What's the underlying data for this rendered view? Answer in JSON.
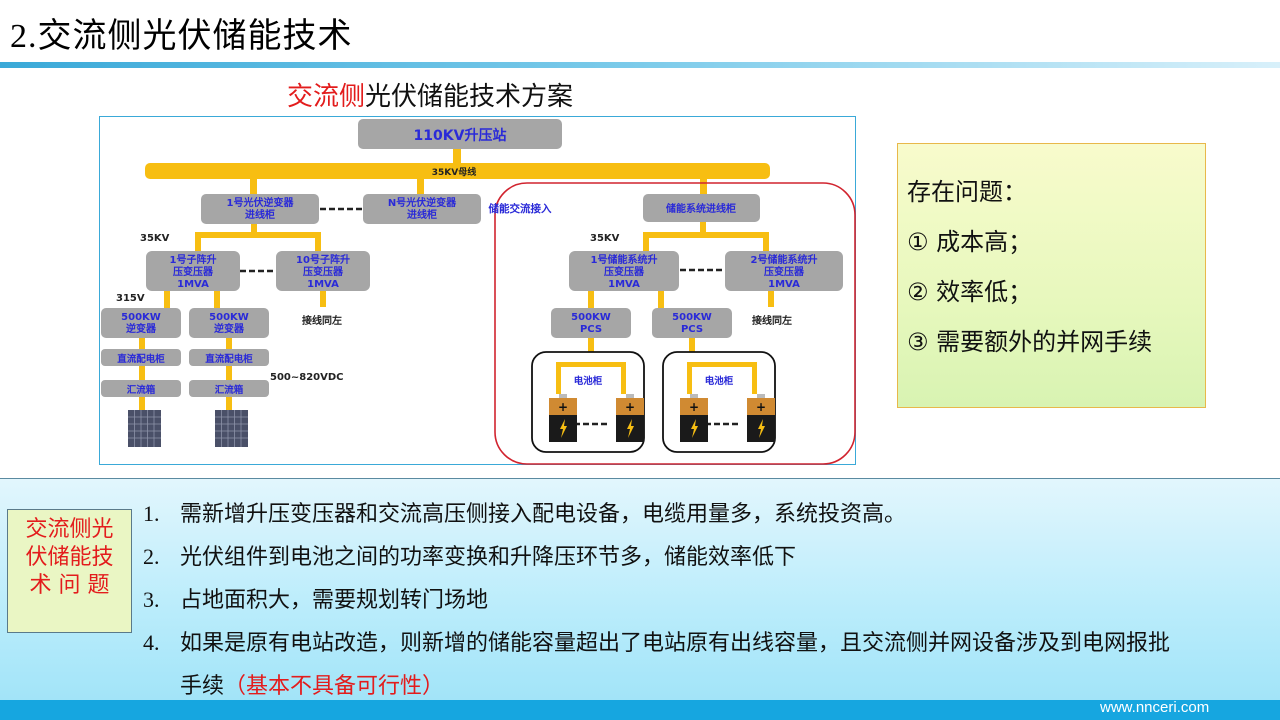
{
  "header": {
    "title_number": "2.",
    "title_text": "交流侧光伏储能技术"
  },
  "subtitle": {
    "highlight": "交流侧",
    "rest": "光伏储能技术方案"
  },
  "diagram": {
    "substation": "110KV升压站",
    "busbar": "35KV母线",
    "pv_cabinet_1": [
      "1号光伏逆变器",
      "进线柜"
    ],
    "pv_cabinet_n": [
      "N号光伏逆变器",
      "进线柜"
    ],
    "pv_voltage": "35KV",
    "pv_trans_1": [
      "1号子阵升",
      "压变压器",
      "1MVA"
    ],
    "pv_trans_10": [
      "10号子阵升",
      "压变压器",
      "1MVA"
    ],
    "low_voltage": "315V",
    "inverter": [
      "500KW",
      "逆变器"
    ],
    "dc_cabinet": "直流配电柜",
    "combiner": "汇流箱",
    "dc_range": "500~820VDC",
    "same_wiring": "接线同左",
    "storage_group_label": "储能交流接入",
    "storage_cabinet": "储能系统进线柜",
    "storage_voltage": "35KV",
    "storage_trans_1": [
      "1号储能系统升",
      "压变压器",
      "1MVA"
    ],
    "storage_trans_2": [
      "2号储能系统升",
      "压变压器",
      "1MVA"
    ],
    "pcs": [
      "500KW",
      "PCS"
    ],
    "battery_cabinet": "电池柜"
  },
  "problems": {
    "heading": "存在问题：",
    "items": [
      "① 成本高；",
      "② 效率低；",
      "③ 需要额外的并网手续"
    ]
  },
  "issues": {
    "side_label": [
      "交流侧光",
      "伏储能技",
      "术 问 题"
    ],
    "items": [
      {
        "num": "1.",
        "text": "需新增升压变压器和交流高压侧接入配电设备，电缆用量多，系统投资高。"
      },
      {
        "num": "2.",
        "text": "光伏组件到电池之间的功率变换和升降压环节多，储能效率低下"
      },
      {
        "num": "3.",
        "text": "占地面积大，需要规划转门场地"
      },
      {
        "num": "4.",
        "text": "如果是原有电站改造，则新增的储能容量超出了电站原有出线容量，且交流侧并网设备涉及到电网报批"
      }
    ],
    "continuation": "手续",
    "continuation_red": "（基本不具备可行性）"
  },
  "footer": {
    "website": "www.nnceri.com"
  },
  "colors": {
    "accent_red": "#e31c1c",
    "busbar_yellow": "#f7be12",
    "box_gray": "#a6a6a6",
    "box_text_blue": "#2a2ad8",
    "footer_blue": "#16a6e0"
  }
}
